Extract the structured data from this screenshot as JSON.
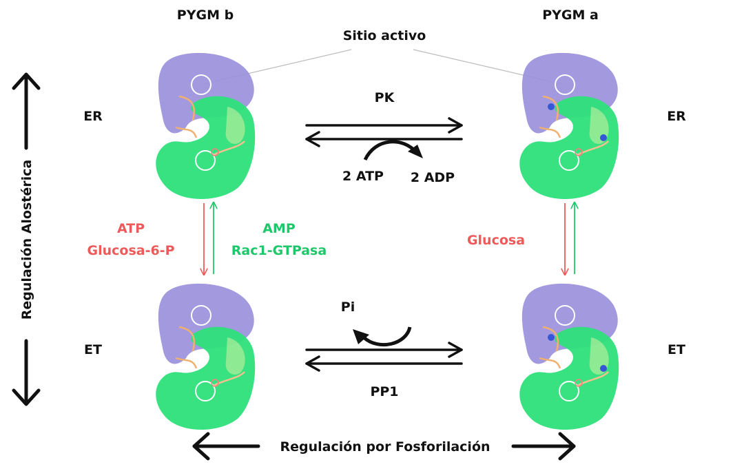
{
  "labels": {
    "pygm_b": "PYGM b",
    "pygm_a": "PYGM a",
    "active_site": "Sitio activo",
    "er_left": "ER",
    "er_right": "ER",
    "et_left": "ET",
    "et_right": "ET",
    "pk": "PK",
    "atp2": "2 ATP",
    "adp2": "2 ADP",
    "pi": "Pi",
    "pp1": "PP1",
    "allosteric": "Regulación Alostérica",
    "phosphorylation": "Regulación por Fosforilación"
  },
  "effectors": {
    "left_inhibitors": [
      "ATP",
      "Glucosa-6-P"
    ],
    "left_activators": [
      "AMP",
      "Rac1-GTPasa"
    ],
    "right_inhibitors": [
      "Glucosa"
    ]
  },
  "colors": {
    "inhibitor": "#ee5a5a",
    "activator": "#1ec86a",
    "protein_top": "#9b90dc",
    "protein_bottom": "#2ee07a",
    "phosphate": "#3357d6",
    "ligand": "#f0b070",
    "text": "#111111"
  }
}
